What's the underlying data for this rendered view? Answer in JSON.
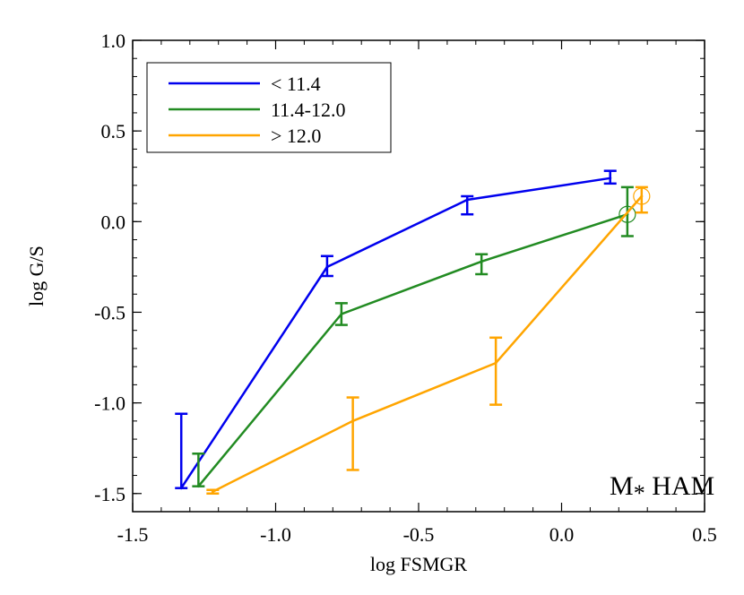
{
  "chart_data": {
    "type": "line",
    "title": "",
    "xlabel": "log FSMGR",
    "ylabel": "log G/S",
    "xlim": [
      -1.5,
      0.5
    ],
    "ylim": [
      -1.6,
      1.0
    ],
    "xticks": [
      -1.5,
      -1.0,
      -0.5,
      0.0,
      0.5
    ],
    "xtick_labels": [
      "-1.5",
      "-1.0",
      "-0.5",
      "0.0",
      "0.5"
    ],
    "yticks": [
      -1.5,
      -1.0,
      -0.5,
      0.0,
      0.5,
      1.0
    ],
    "ytick_labels": [
      "-1.5",
      "-1.0",
      "-0.5",
      "0.0",
      "0.5",
      "1.0"
    ],
    "grid": false,
    "legend_position": "top-left",
    "annotation": {
      "main": "M",
      "subscript": "*",
      "suffix": " HAM"
    },
    "series": [
      {
        "name": "< 11.4",
        "color": "#0000ee",
        "x": [
          -1.33,
          -0.82,
          -0.33,
          0.17
        ],
        "y": [
          -1.47,
          -0.25,
          0.12,
          0.24
        ],
        "err_low": [
          -1.47,
          -0.3,
          0.04,
          0.21
        ],
        "err_high": [
          -1.06,
          -0.19,
          0.14,
          0.28
        ],
        "end_marker": false
      },
      {
        "name": "11.4-12.0",
        "color": "#228b22",
        "x": [
          -1.27,
          -0.77,
          -0.28,
          0.23
        ],
        "y": [
          -1.46,
          -0.51,
          -0.22,
          0.04
        ],
        "err_low": [
          -1.46,
          -0.57,
          -0.29,
          -0.08
        ],
        "err_high": [
          -1.28,
          -0.45,
          -0.18,
          0.19
        ],
        "end_marker": true
      },
      {
        "name": "> 12.0",
        "color": "#ffa500",
        "x": [
          -1.22,
          -0.73,
          -0.23,
          0.28
        ],
        "y": [
          -1.49,
          -1.1,
          -0.78,
          0.14
        ],
        "err_low": [
          -1.5,
          -1.37,
          -1.01,
          0.05
        ],
        "err_high": [
          -1.48,
          -0.97,
          -0.64,
          0.19
        ],
        "end_marker": true
      }
    ]
  }
}
